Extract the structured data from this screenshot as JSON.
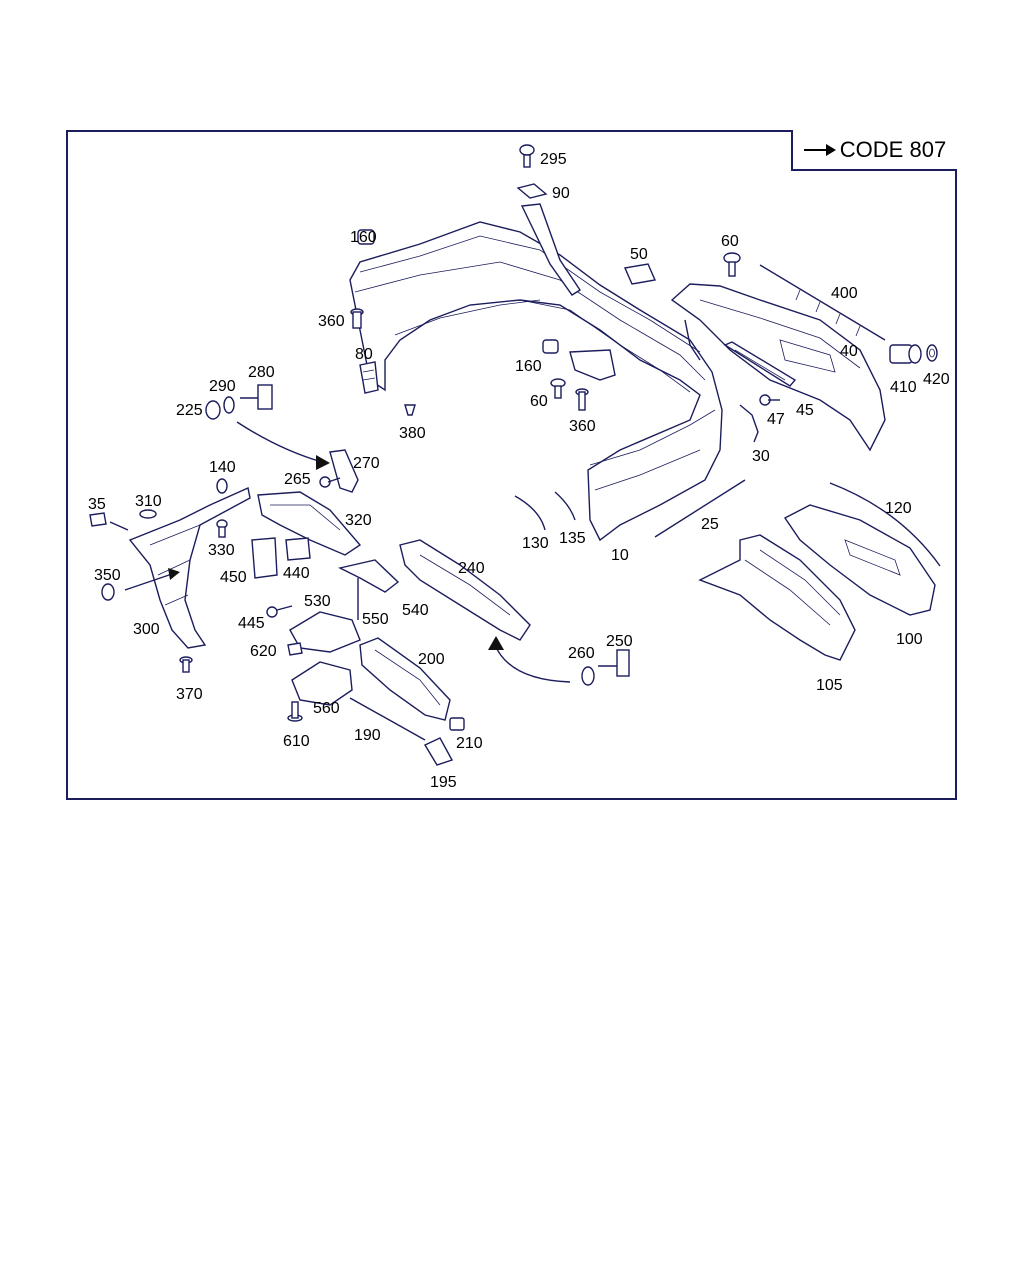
{
  "code_label": "CODE 807",
  "labels": [
    "295",
    "90",
    "160",
    "60",
    "50",
    "400",
    "360",
    "80",
    "40",
    "410",
    "420",
    "160",
    "60",
    "360",
    "45",
    "47",
    "280",
    "290",
    "225",
    "380",
    "30",
    "140",
    "265",
    "270",
    "35",
    "310",
    "320",
    "330",
    "450",
    "440",
    "25",
    "120",
    "130",
    "135",
    "10",
    "350",
    "240",
    "300",
    "445",
    "530",
    "550",
    "540",
    "620",
    "200",
    "260",
    "250",
    "100",
    "105",
    "370",
    "560",
    "610",
    "190",
    "210",
    "195"
  ],
  "colors": {
    "line": "#1b1d5c",
    "text": "#000000",
    "background": "#ffffff"
  }
}
